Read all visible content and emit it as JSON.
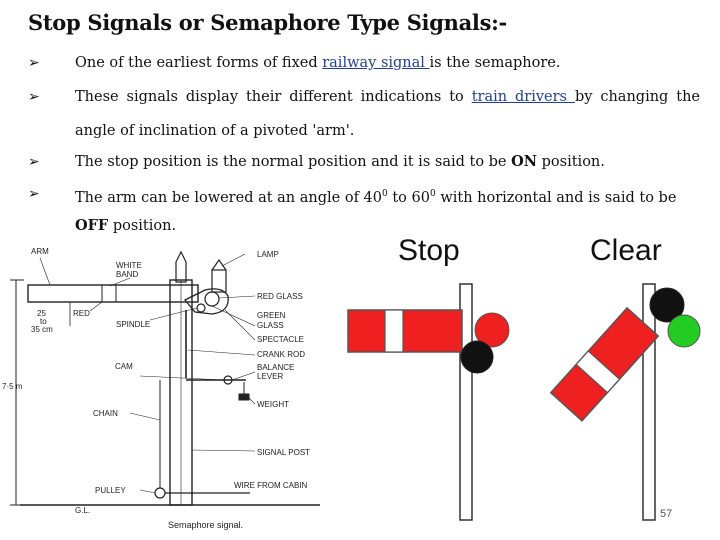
{
  "title": "Stop Signals or Semaphore Type Signals:-",
  "bullets": [
    {
      "pre": "One of the earliest forms of fixed ",
      "link": "railway signal ",
      "post": "is the semaphore."
    },
    {
      "pre": "These signals display their different indications to ",
      "link": "train drivers ",
      "post": "by changing the",
      "line2": "angle of inclination  of a pivoted 'arm'."
    },
    {
      "pre": "The stop position is the normal position and it is  said to be ",
      "bold": "ON",
      "post": " position."
    },
    {
      "pre": "The arm can be lowered at an angle of 40",
      "sup1": "0",
      "mid": " to 60",
      "sup2": "0",
      "post": "  with horizontal and is said to be",
      "line2_bold": "OFF",
      "line2": " position."
    }
  ],
  "diagram_labels": {
    "arm": "ARM",
    "white_band_1": "WHITE",
    "white_band_2": "BAND",
    "lamp": "LAMP",
    "red": "RED",
    "red_glass": "RED GLASS",
    "green_glass_1": "GREEN",
    "green_glass_2": "GLASS",
    "spectacle": "SPECTACLE",
    "spindle": "SPINDLE",
    "crank_rod": "CRANK ROD",
    "dim_25": "25",
    "dim_to": "to",
    "dim_35": "35 cm",
    "cam": "CAM",
    "balance_1": "BALANCE",
    "balance_2": "LEVER",
    "weight": "WEIGHT",
    "height": "7·5 m",
    "chain": "CHAIN",
    "signal_post": "SIGNAL POST",
    "pulley": "PULLEY",
    "wire": "WIRE  FROM  CABIN",
    "gl": "G.L.",
    "caption": "Semaphore signal."
  },
  "signals": {
    "stop_label": "Stop",
    "clear_label": "Clear",
    "red": "#ee2020",
    "green": "#22cc22",
    "black": "#111111"
  },
  "page_number": "57"
}
